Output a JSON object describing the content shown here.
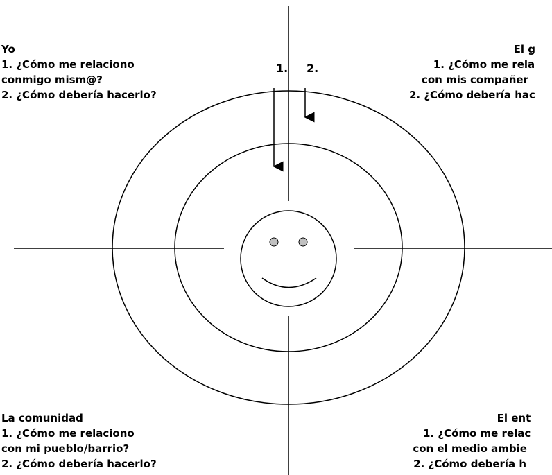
{
  "quadrants": {
    "top_left": {
      "title": "Yo",
      "lines": [
        "1. ¿Cómo me relaciono",
        "conmigo mism@?",
        "2. ¿Cómo debería hacerlo?"
      ]
    },
    "top_right": {
      "title": "El g",
      "lines": [
        "1. ¿Cómo me rela",
        "con mis compañer",
        "2. ¿Cómo debería hac"
      ]
    },
    "bottom_left": {
      "title": "La comunidad",
      "lines": [
        "1. ¿Cómo me relaciono",
        "con mi pueblo/barrio?",
        "2. ¿Cómo debería hacerlo?"
      ]
    },
    "bottom_right": {
      "title": "El ent",
      "lines": [
        "1. ¿Cómo me relac",
        "con el medio ambie",
        "2. ¿Cómo debería h"
      ]
    }
  },
  "arrows": {
    "arrow_1_label": "1.",
    "arrow_2_label": "2."
  },
  "colors": {
    "stroke": "#000000",
    "eye_fill": "#c0c0c0",
    "background": "#ffffff"
  },
  "center_icon": "smiley-face-icon"
}
